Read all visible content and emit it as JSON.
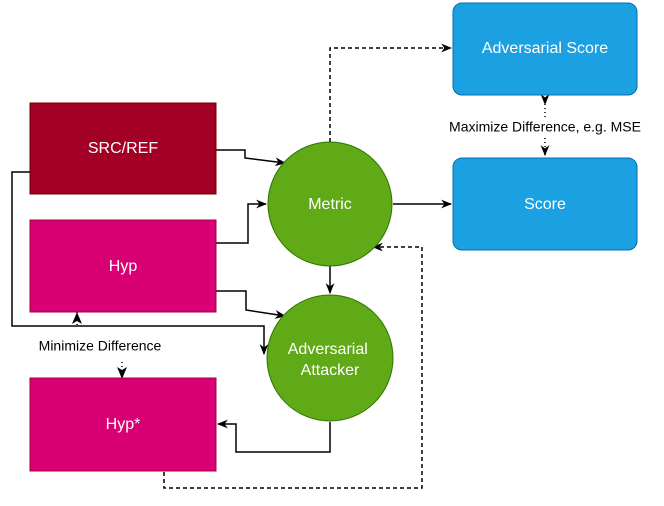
{
  "nodes": {
    "src_ref": "SRC/REF",
    "hyp": "Hyp",
    "hyp_star": "Hyp*",
    "metric": "Metric",
    "attacker_line1": "Adversarial",
    "attacker_line2": "Attacker",
    "adv_score": "Adversarial Score",
    "score": "Score"
  },
  "labels": {
    "maximize": "Maximize Difference, e.g. MSE",
    "minimize": "Minimize Difference"
  },
  "colors": {
    "src_ref_fill": "#a20025",
    "src_ref_stroke": "#6f0000",
    "hyp_fill": "#d80073",
    "hyp_stroke": "#a50040",
    "circle_fill": "#60a917",
    "circle_stroke": "#2d7600",
    "score_fill": "#1ba1e2",
    "score_stroke": "#006eaf"
  }
}
